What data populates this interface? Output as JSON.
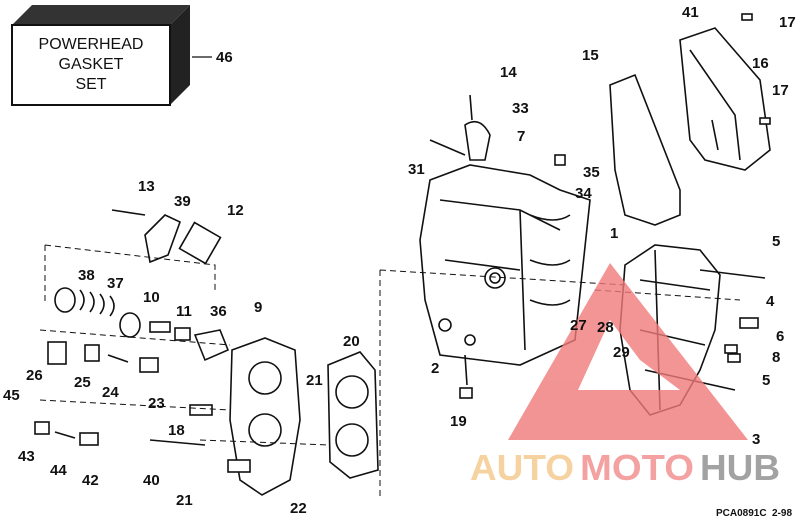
{
  "diagram": {
    "kit_box": {
      "lines": [
        "POWERHEAD",
        "GASKET",
        "SET"
      ],
      "callout": "46"
    },
    "callouts": [
      "41",
      "17",
      "14",
      "15",
      "16",
      "17",
      "33",
      "7",
      "31",
      "35",
      "34",
      "13",
      "39",
      "12",
      "1",
      "5",
      "38",
      "37",
      "10",
      "11",
      "36",
      "9",
      "4",
      "27",
      "28",
      "6",
      "20",
      "29",
      "8",
      "2",
      "26",
      "25",
      "24",
      "21",
      "5",
      "23",
      "45",
      "18",
      "19",
      "3",
      "43",
      "44",
      "42",
      "40",
      "21",
      "22"
    ],
    "footer": {
      "code": "PCA0891C",
      "date": "2-98"
    },
    "watermark": {
      "part1": "AUTO",
      "part2": "MOTO",
      "part3": "HUB",
      "colors": {
        "auto": "#f5c88a",
        "moto": "#f28a8a",
        "hub": "#8c8c8c",
        "triangle": "#f07a7a"
      }
    }
  }
}
